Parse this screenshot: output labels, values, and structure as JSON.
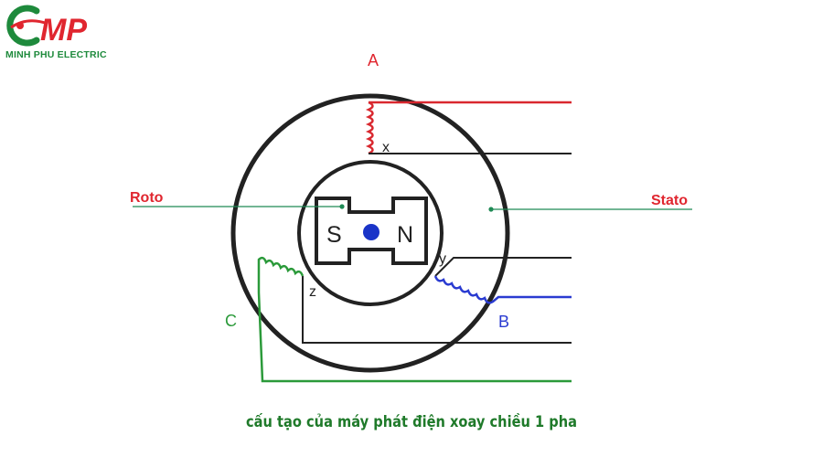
{
  "logo": {
    "letters": "CMP",
    "brand_text": "MINH PHU ELECTRIC",
    "colors": {
      "green": "#1e8a3c",
      "red": "#e0262f"
    }
  },
  "diagram": {
    "labels": {
      "phase_a": "A",
      "phase_b": "B",
      "phase_c": "C",
      "end_x": "x",
      "end_y": "y",
      "end_z": "z",
      "rotor": "Roto",
      "stator": "Stato",
      "pole_s": "S",
      "pole_n": "N"
    },
    "colors": {
      "phase_a": "#d9282f",
      "phase_b": "#2a3bd1",
      "phase_c": "#2b9a3a",
      "leader": "#1f8a55",
      "label_red": "#e0262f",
      "outline": "#222222",
      "center_dot": "#1a34c8"
    }
  },
  "caption": "cấu tạo của máy phát điện xoay chiều 1 pha"
}
